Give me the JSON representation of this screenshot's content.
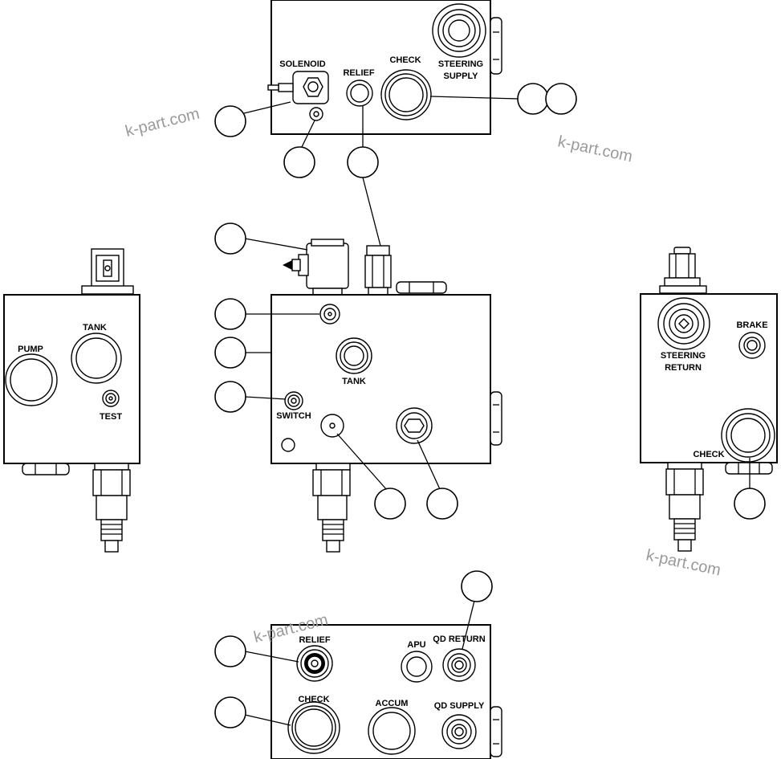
{
  "watermark": "k-part.com",
  "top_view": {
    "solenoid": "SOLENOID",
    "relief": "RELIEF",
    "check": "CHECK",
    "steering_supply_1": "STEERING",
    "steering_supply_2": "SUPPLY"
  },
  "left_view": {
    "tank": "TANK",
    "pump": "PUMP",
    "test": "TEST"
  },
  "center_view": {
    "tank": "TANK",
    "switch": "SWITCH"
  },
  "right_view": {
    "steering_return_1": "STEERING",
    "steering_return_2": "RETURN",
    "brake": "BRAKE",
    "check": "CHECK"
  },
  "bottom_view": {
    "relief": "RELIEF",
    "apu": "APU",
    "qd_return": "QD RETURN",
    "check": "CHECK",
    "accum": "ACCUM",
    "qd_supply": "QD SUPPLY"
  }
}
